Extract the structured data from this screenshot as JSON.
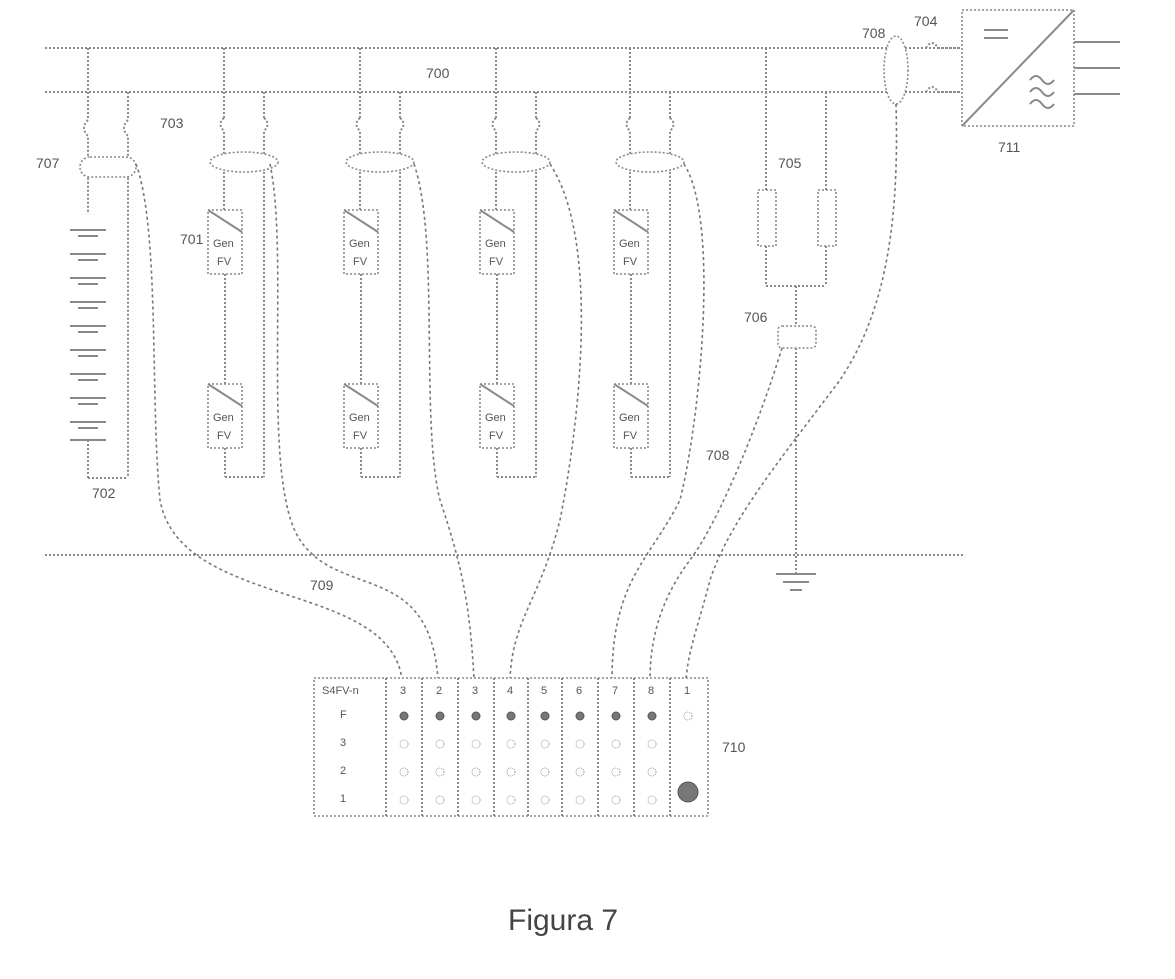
{
  "labels": {
    "bus": "700",
    "ref_702": "702",
    "ref_703": "703",
    "ref_704": "704",
    "ref_705": "705",
    "ref_706": "706",
    "ref_707": "707",
    "ref_708": "708",
    "ref_709": "709",
    "ref_710": "710",
    "ref_711": "711",
    "ref_708b": "708",
    "ref_701": "701"
  },
  "gen": {
    "top": "Gen",
    "bottom": "FV"
  },
  "panel": {
    "header": "S4FV-n",
    "rows": [
      "F",
      "3",
      "2",
      "1"
    ],
    "columns": [
      "3",
      "2",
      "3",
      "4",
      "5",
      "6",
      "7",
      "8",
      "1"
    ]
  },
  "caption": "Figura 7"
}
